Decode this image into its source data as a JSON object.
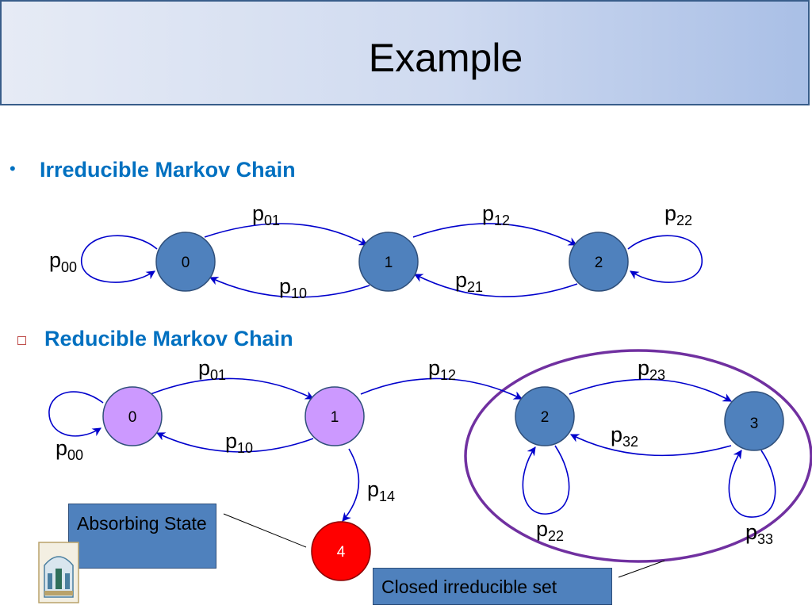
{
  "slide": {
    "title": "Example"
  },
  "bullets": {
    "irreducible": "Irreducible Markov Chain",
    "reducible": "Reducible Markov Chain"
  },
  "diagram1": {
    "states": [
      "0",
      "1",
      "2"
    ],
    "transitions": [
      {
        "from": "0",
        "to": "0",
        "base": "p",
        "sub": "00"
      },
      {
        "from": "0",
        "to": "1",
        "base": "p",
        "sub": "01"
      },
      {
        "from": "1",
        "to": "0",
        "base": "p",
        "sub": "10"
      },
      {
        "from": "1",
        "to": "2",
        "base": "p",
        "sub": "12"
      },
      {
        "from": "2",
        "to": "1",
        "base": "p",
        "sub": "21"
      },
      {
        "from": "2",
        "to": "2",
        "base": "p",
        "sub": "22"
      }
    ]
  },
  "diagram2": {
    "states": [
      "0",
      "1",
      "2",
      "3",
      "4"
    ],
    "transitions": [
      {
        "from": "0",
        "to": "0",
        "base": "p",
        "sub": "00"
      },
      {
        "from": "0",
        "to": "1",
        "base": "p",
        "sub": "01"
      },
      {
        "from": "1",
        "to": "0",
        "base": "p",
        "sub": "10"
      },
      {
        "from": "1",
        "to": "2",
        "base": "p",
        "sub": "12"
      },
      {
        "from": "1",
        "to": "4",
        "base": "p",
        "sub": "14"
      },
      {
        "from": "2",
        "to": "3",
        "base": "p",
        "sub": "23"
      },
      {
        "from": "3",
        "to": "2",
        "base": "p",
        "sub": "32"
      },
      {
        "from": "2",
        "to": "2",
        "base": "p",
        "sub": "22"
      },
      {
        "from": "3",
        "to": "3",
        "base": "p",
        "sub": "33"
      }
    ],
    "callouts": {
      "absorbing": "Absorbing State",
      "closed_set": "Closed irreducible set"
    }
  },
  "colors": {
    "state_blue": "#4f81bd",
    "state_purple": "#cc99ff",
    "state_red": "#ff0000",
    "arrow": "#0000cc",
    "closed_set_ellipse": "#7030a0",
    "heading": "#0070c0"
  }
}
